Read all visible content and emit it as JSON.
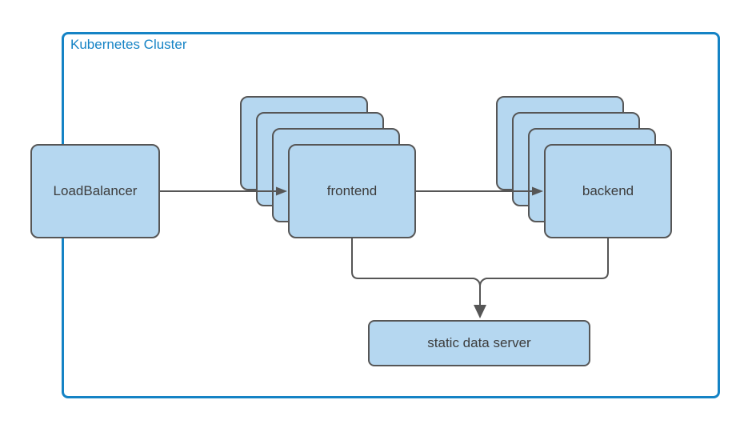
{
  "diagram": {
    "title": "Kubernetes Cluster",
    "cluster": {
      "label": "Kubernetes Cluster"
    },
    "nodes": {
      "loadbalancer": {
        "label": "LoadBalancer",
        "type": "single"
      },
      "frontend": {
        "label": "frontend",
        "type": "stacked",
        "stack_layers": 4
      },
      "backend": {
        "label": "backend",
        "type": "stacked",
        "stack_layers": 4
      },
      "static_data_server": {
        "label": "static data server",
        "type": "single"
      }
    },
    "edges": [
      {
        "from": "loadbalancer",
        "to": "frontend",
        "style": "arrow"
      },
      {
        "from": "frontend",
        "to": "backend",
        "style": "arrow"
      },
      {
        "from": "frontend",
        "to": "static_data_server",
        "style": "arrow-merged"
      },
      {
        "from": "backend",
        "to": "static_data_server",
        "style": "arrow-merged"
      }
    ],
    "colors": {
      "node_fill": "#b5d7f0",
      "node_border": "#565656",
      "node_text": "#3d3d3d",
      "cluster_border": "#1583c5",
      "cluster_label": "#1583c5",
      "edge": "#565656",
      "background": "#ffffff"
    }
  }
}
